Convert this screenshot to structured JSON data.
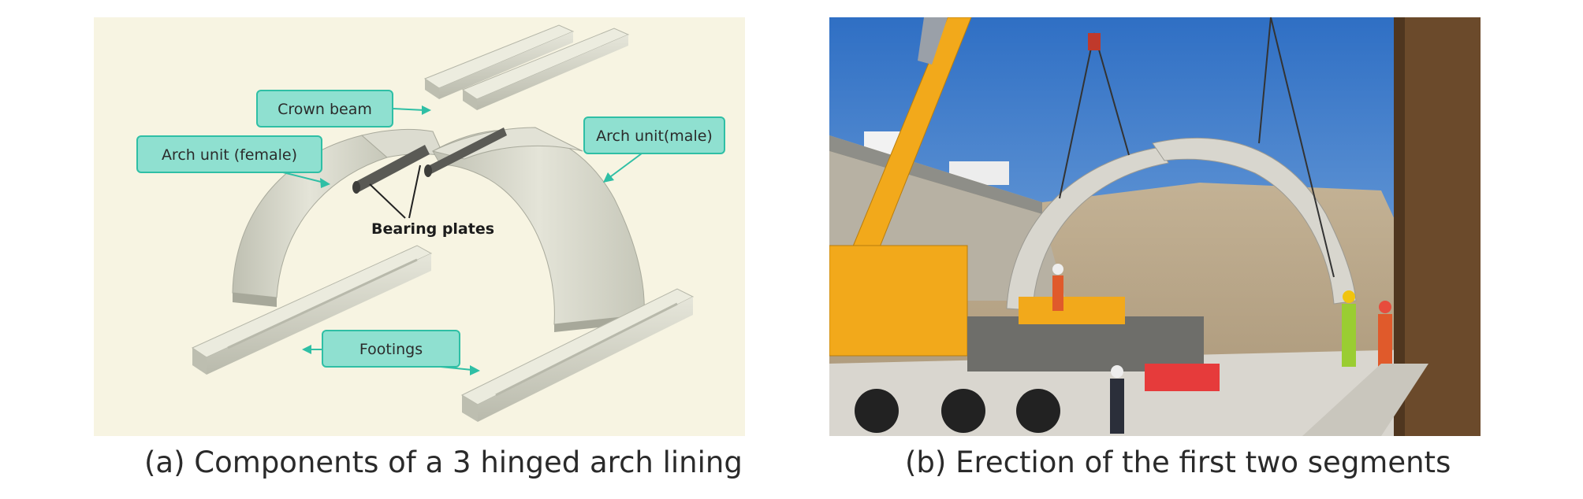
{
  "panel_a": {
    "labels": {
      "crown_beam": "Crown beam",
      "arch_female": "Arch unit (female)",
      "arch_male": "Arch unit(male)",
      "bearing_plates": "Bearing plates",
      "footings": "Footings"
    },
    "caption": "(a) Components of a 3 hinged arch lining"
  },
  "panel_b": {
    "caption": "(b) Erection of the first two segments"
  },
  "colors": {
    "callout_fill": "#8fe0d0",
    "callout_stroke": "#2fbfa5",
    "concrete": "#d6d6c8",
    "sky": "#6f9fd6",
    "crane_yellow": "#f2a91b"
  }
}
